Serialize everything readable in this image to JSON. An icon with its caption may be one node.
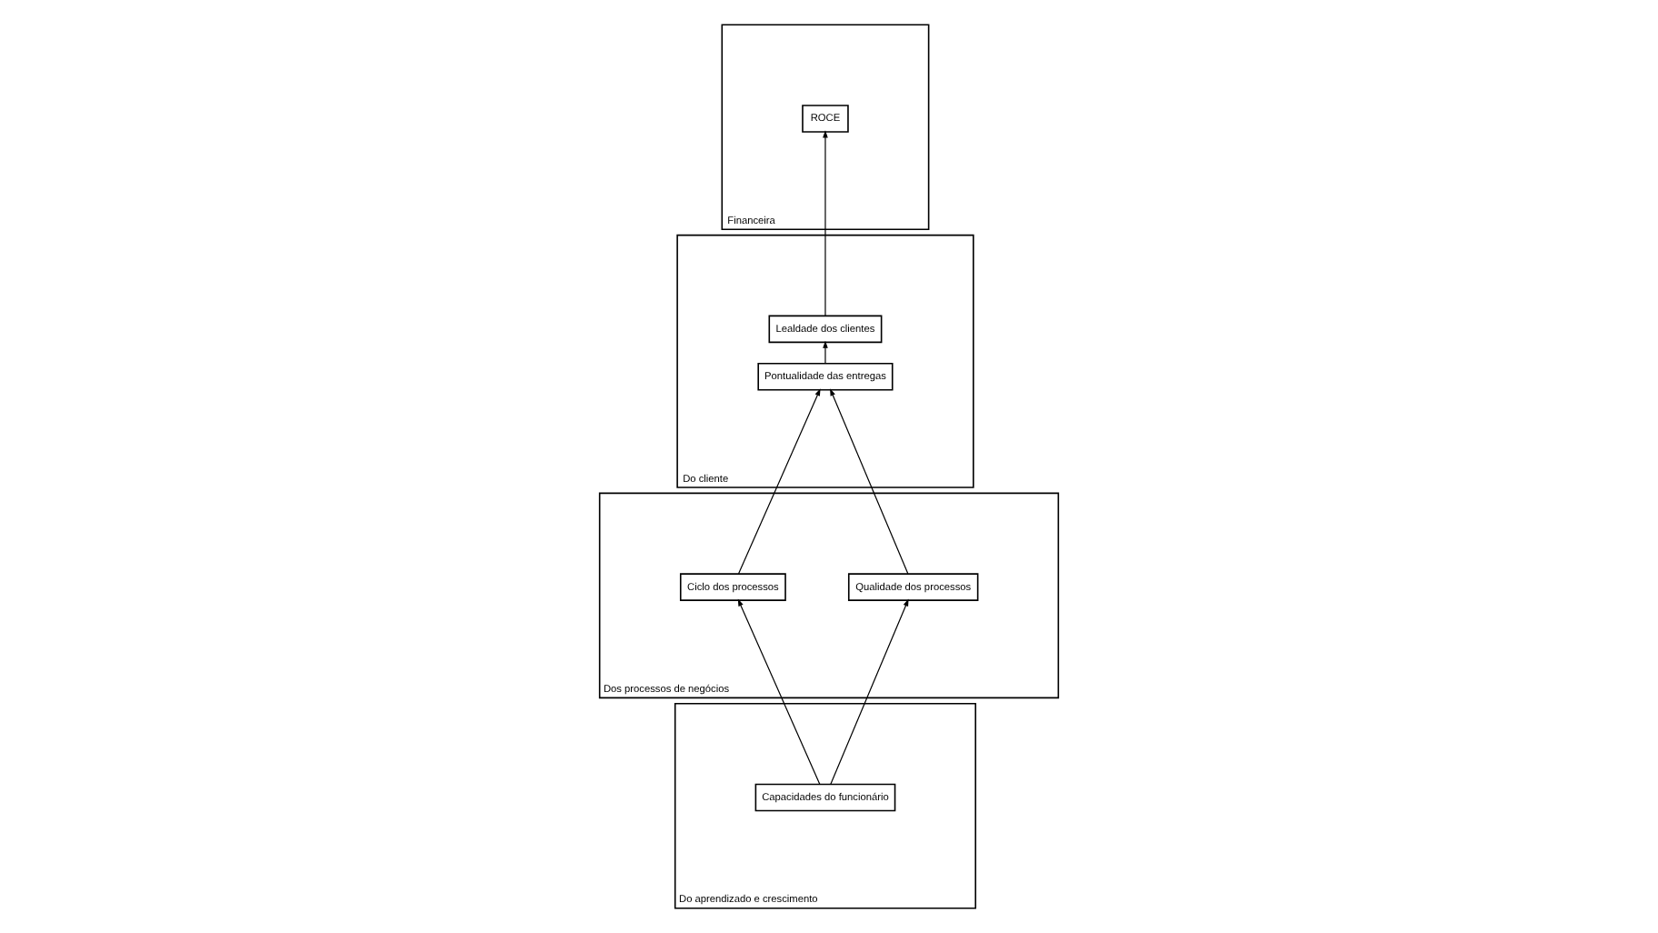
{
  "diagram": {
    "nodes": [
      {
        "text": [
          "Financeira"
        ]
      },
      {
        "text": [
          "ROCE"
        ],
        "in": 0
      },
      {
        "text": [
          "Do cliente"
        ]
      },
      {
        "text": [
          "Lealdade dos clientes"
        ],
        "in": 2
      },
      {
        "text": [
          "Pontualidade das entregas"
        ],
        "in": 2
      },
      {
        "text": [
          "Dos processos de negócios"
        ]
      },
      {
        "text": [
          "Qualidade dos processos"
        ],
        "in": 5
      },
      {
        "text": [
          "Ciclo dos processos"
        ],
        "in": 5
      },
      {
        "text": [
          "Do aprendizado e crescimento"
        ]
      },
      {
        "text": [
          "Capacidades do funcionário"
        ],
        "in": 8
      }
    ],
    "edges": [
      {
        "from": 3,
        "to": 1,
        "arrow": "to"
      },
      {
        "from": 4,
        "to": 3,
        "arrow": "to"
      },
      {
        "from": 6,
        "to": 4,
        "arrow": "to"
      },
      {
        "from": 7,
        "to": 4,
        "arrow": "to"
      },
      {
        "from": 9,
        "to": 6,
        "arrow": "to"
      },
      {
        "from": 9,
        "to": 7,
        "arrow": "to"
      }
    ]
  }
}
